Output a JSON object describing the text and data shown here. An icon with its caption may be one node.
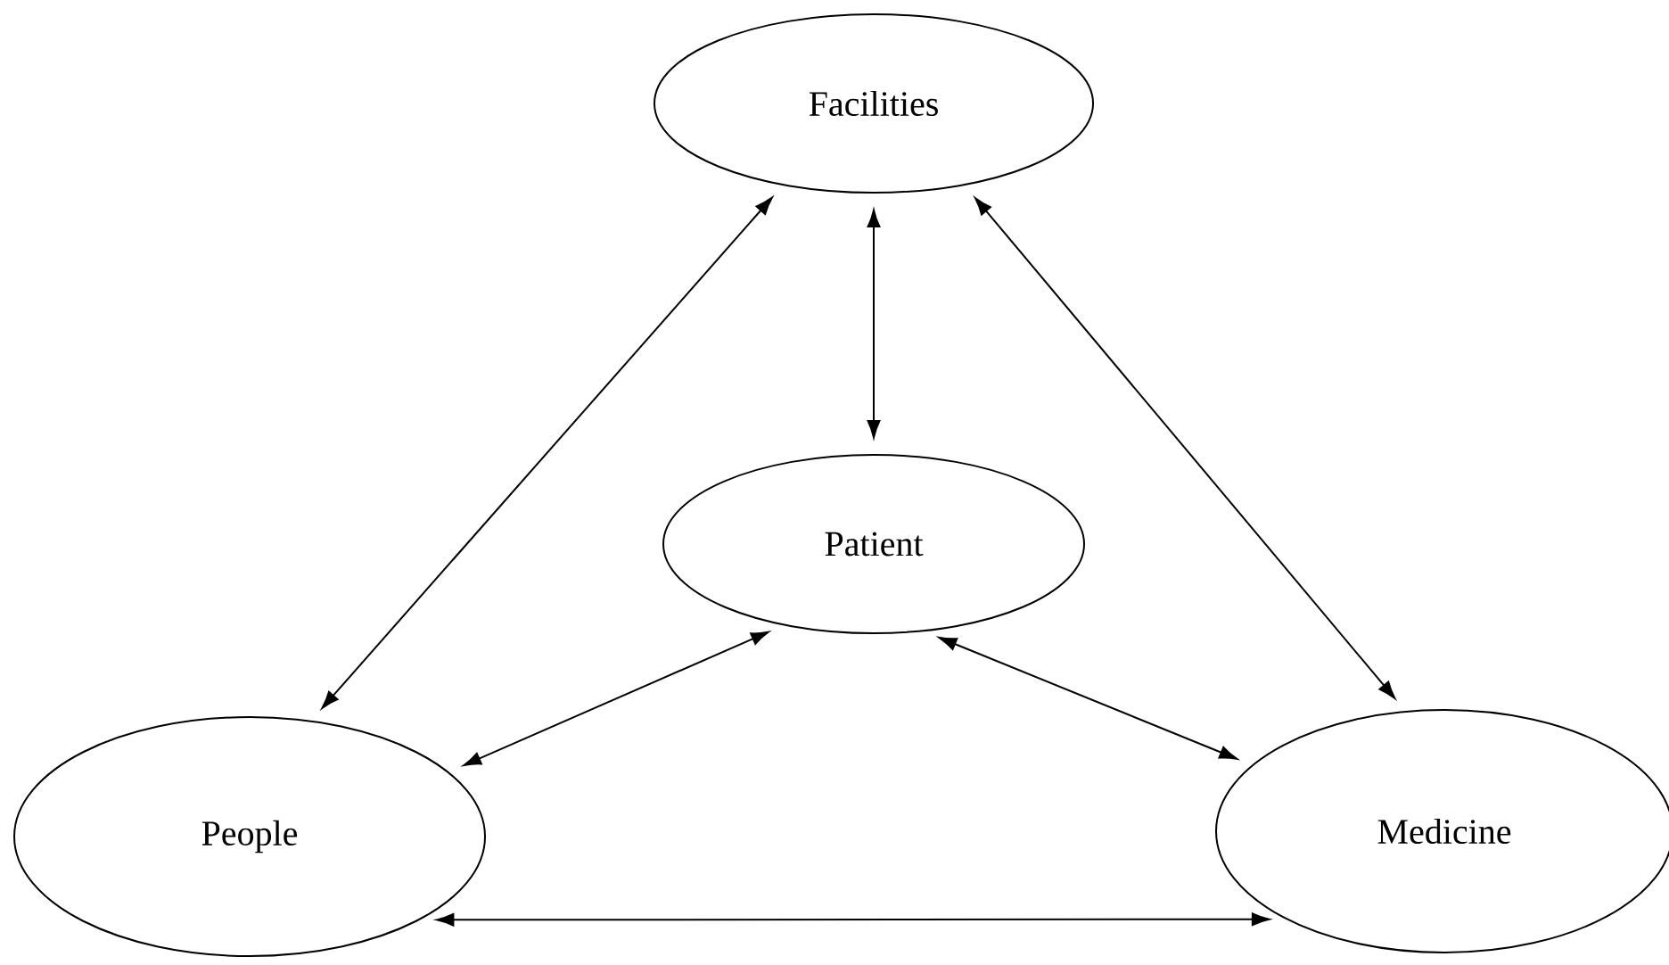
{
  "diagram": {
    "nodes": [
      {
        "text": [
          "Facilities"
        ]
      },
      {
        "text": [
          "Patient"
        ]
      },
      {
        "text": [
          "People"
        ]
      },
      {
        "text": [
          "Medicine"
        ]
      }
    ],
    "edges": [
      {
        "from": 0,
        "to": 2,
        "arrow": "both"
      },
      {
        "from": 0,
        "to": 1,
        "arrow": "both"
      },
      {
        "from": 0,
        "to": 3,
        "arrow": "both"
      },
      {
        "from": 1,
        "to": 2,
        "arrow": "both"
      },
      {
        "from": 1,
        "to": 3,
        "arrow": "both"
      },
      {
        "from": 2,
        "to": 3,
        "arrow": "both"
      }
    ]
  }
}
